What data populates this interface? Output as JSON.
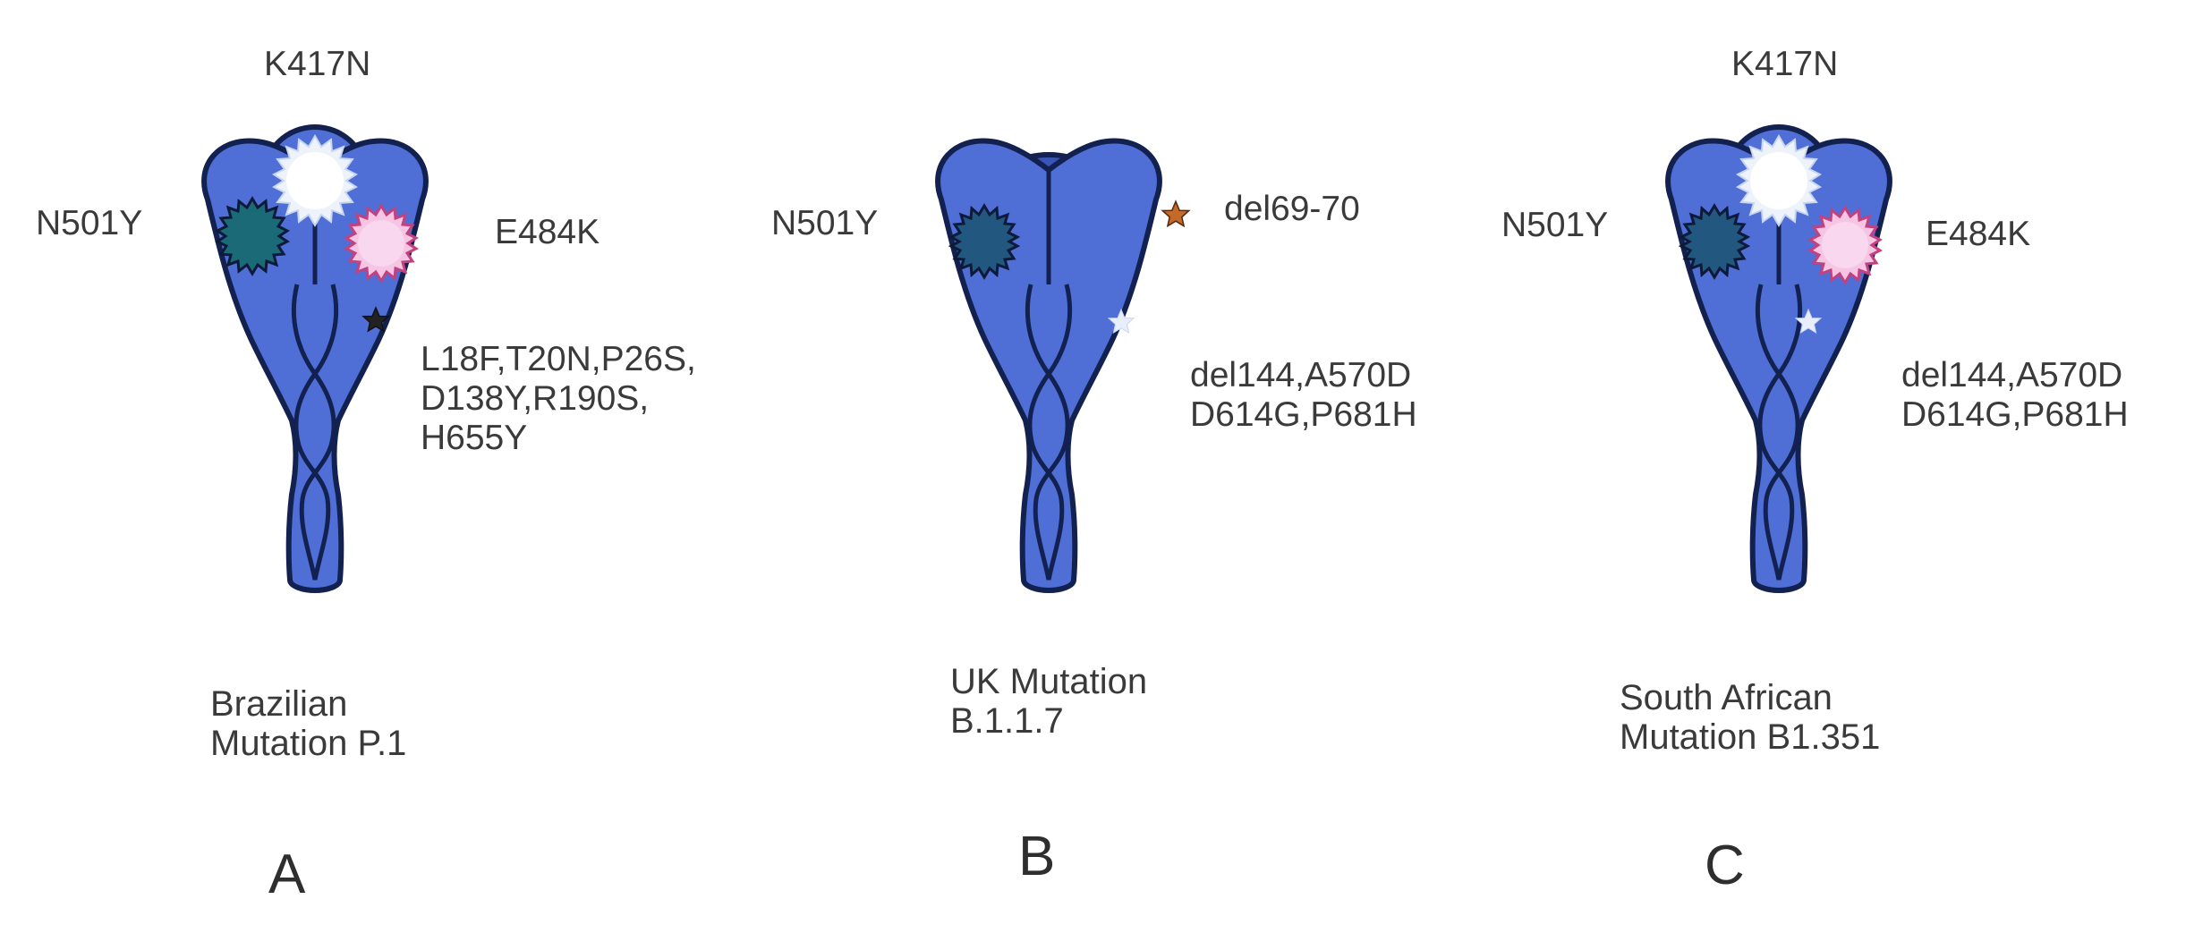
{
  "colors": {
    "spike_fill": "#4f6fd6",
    "spike_stroke": "#12214f",
    "b_head": "#3a55b8",
    "n501y_a": "#1b6a77",
    "n501y_bc": "#22577f",
    "e484k": "#f6c5e4",
    "e484k_stroke": "#c2417f",
    "k417n": "#eef3fb",
    "star_a": "#222222",
    "star_b": "#c36a2b",
    "star_c": "#e9eefc"
  },
  "panels": [
    {
      "letter": "A",
      "caption": "Brazilian\nMutation P.1",
      "label_top": "K417N",
      "label_left": "N501Y",
      "label_right": "E484K",
      "label_lower": "L18F,T20N,P26S,\nD138Y,R190S,\nH655Y"
    },
    {
      "letter": "B",
      "caption": "UK Mutation\nB.1.1.7",
      "label_left": "N501Y",
      "label_right": "del69-70",
      "label_lower": "del144,A570D\nD614G,P681H"
    },
    {
      "letter": "C",
      "caption": "South African\nMutation B1.351",
      "label_top": "K417N",
      "label_left": "N501Y",
      "label_right": "E484K",
      "label_lower": "del144,A570D\nD614G,P681H"
    }
  ]
}
